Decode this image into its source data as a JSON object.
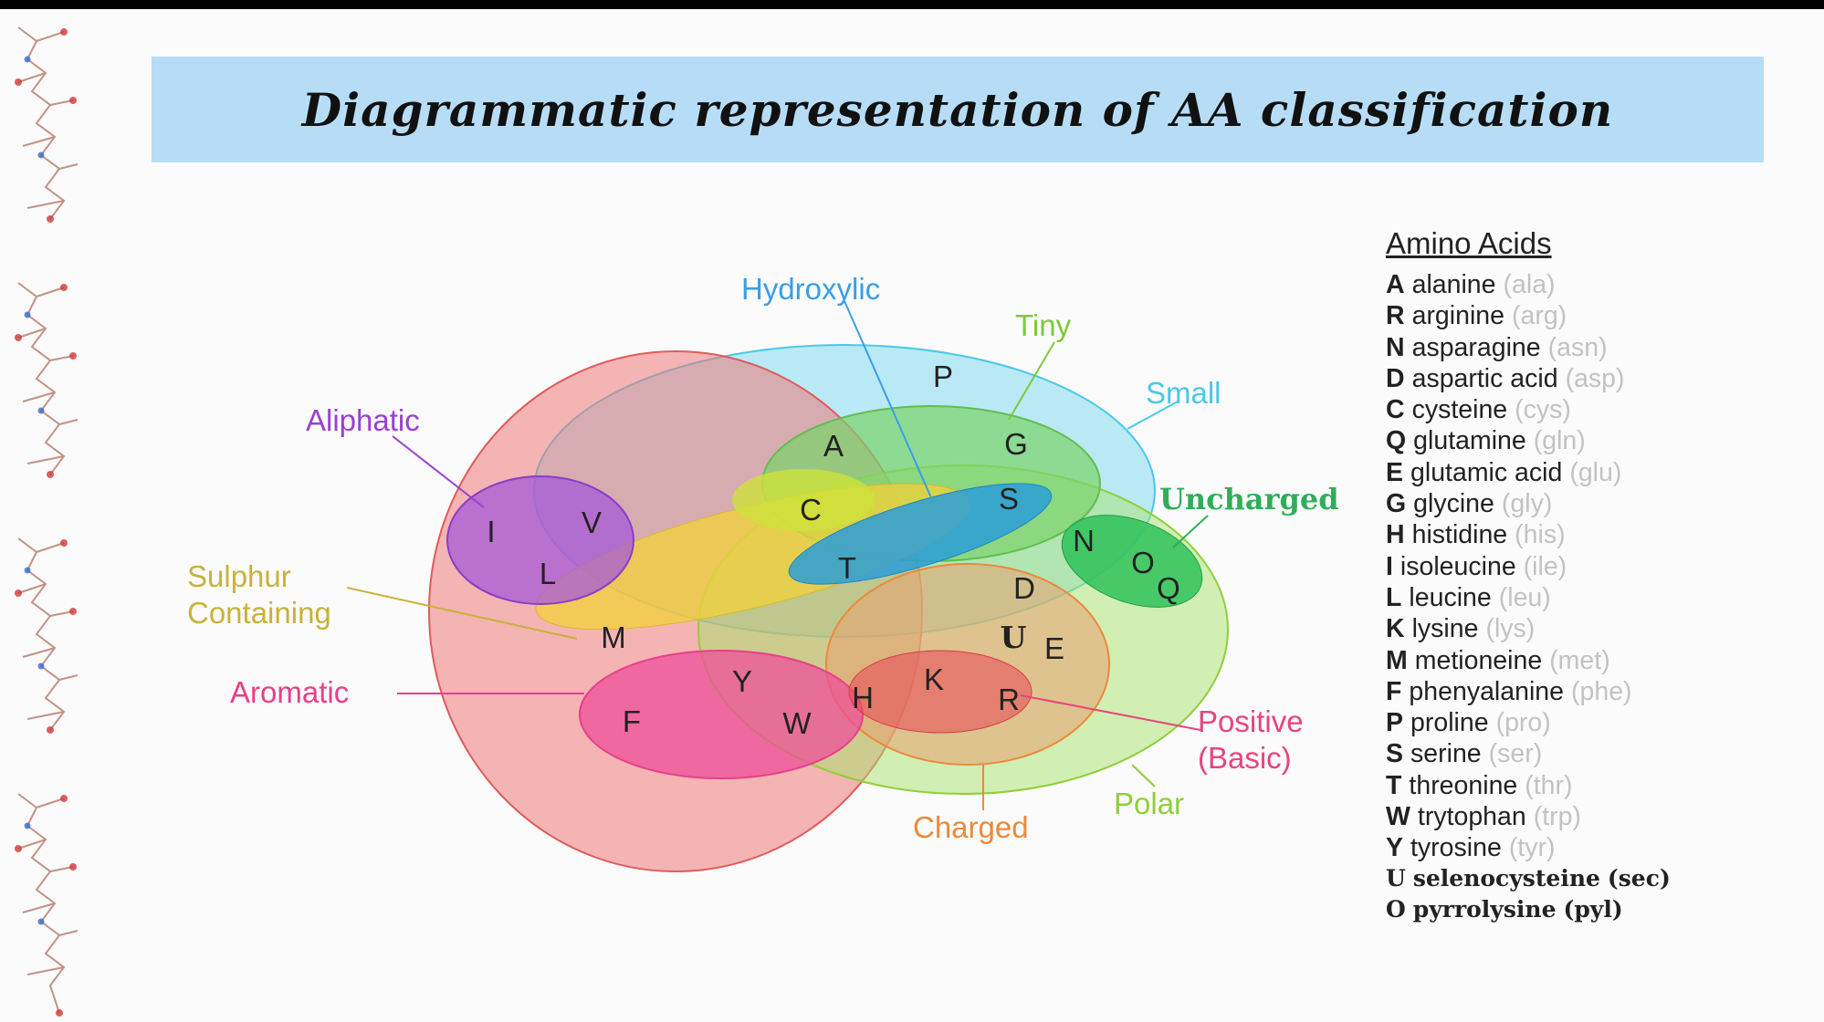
{
  "title": "Diagrammatic representation of AA classification",
  "sets": {
    "hydroxylic": "Hydroxylic",
    "tiny": "Tiny",
    "small": "Small",
    "aliphatic": "Aliphatic",
    "uncharged": "Uncharged",
    "sulphur": [
      "Sulphur",
      "Containing"
    ],
    "aromatic": "Aromatic",
    "positive": [
      "Positive",
      "(Basic)"
    ],
    "polar": "Polar",
    "charged": "Charged"
  },
  "letters": {
    "P": "P",
    "A": "A",
    "G": "G",
    "C": "C",
    "S": "S",
    "T": "T",
    "I": "I",
    "V": "V",
    "L": "L",
    "N": "N",
    "O": "O",
    "Q": "Q",
    "M": "M",
    "D": "D",
    "U": "U",
    "E": "E",
    "Y": "Y",
    "K": "K",
    "F": "F",
    "W": "W",
    "H": "H",
    "R": "R"
  },
  "legend": {
    "heading": "Amino Acids",
    "items": [
      {
        "code": "A",
        "name": "alanine",
        "abbr": "(ala)"
      },
      {
        "code": "R",
        "name": "arginine",
        "abbr": "(arg)"
      },
      {
        "code": "N",
        "name": "asparagine",
        "abbr": "(asn)"
      },
      {
        "code": "D",
        "name": "aspartic acid",
        "abbr": "(asp)"
      },
      {
        "code": "C",
        "name": "cysteine",
        "abbr": "(cys)"
      },
      {
        "code": "Q",
        "name": "glutamine",
        "abbr": "(gln)"
      },
      {
        "code": "E",
        "name": "glutamic acid",
        "abbr": "(glu)"
      },
      {
        "code": "G",
        "name": "glycine",
        "abbr": "(gly)"
      },
      {
        "code": "H",
        "name": "histidine",
        "abbr": "(his)"
      },
      {
        "code": "I",
        "name": "isoleucine",
        "abbr": "(ile)"
      },
      {
        "code": "L",
        "name": "leucine",
        "abbr": "(leu)"
      },
      {
        "code": "K",
        "name": "lysine",
        "abbr": "(lys)"
      },
      {
        "code": "M",
        "name": "metioneine",
        "abbr": "(met)"
      },
      {
        "code": "F",
        "name": "phenyalanine",
        "abbr": "(phe)"
      },
      {
        "code": "P",
        "name": "proline",
        "abbr": "(pro)"
      },
      {
        "code": "S",
        "name": "serine",
        "abbr": "(ser)"
      },
      {
        "code": "T",
        "name": "threonine",
        "abbr": "(thr)"
      },
      {
        "code": "W",
        "name": "trytophan",
        "abbr": "(trp)"
      },
      {
        "code": "Y",
        "name": "tyrosine",
        "abbr": "(tyr)"
      },
      {
        "code": "U",
        "name": "selenocysteine",
        "abbr": "(sec)"
      },
      {
        "code": "O",
        "name": "pyrrolysine",
        "abbr": "(pyl)"
      }
    ]
  },
  "colors": {
    "title_bar": "#b7ddf6",
    "hydroxylic": "#3a9ee6",
    "tiny": "#7cc93a",
    "small": "#49c8e8",
    "aliphatic": "#9b3fd1",
    "uncharged": "#2fae5a",
    "sulphur": "#c9b23a",
    "aromatic": "#e83f8a",
    "positive": "#e8457a",
    "polar": "#8fcf3a",
    "charged": "#ea8a3a"
  }
}
